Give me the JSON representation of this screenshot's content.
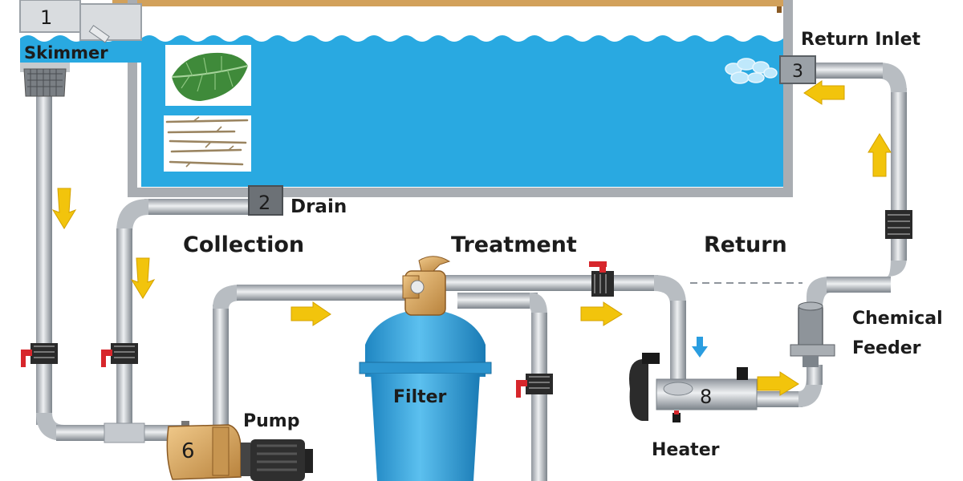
{
  "labels": {
    "skimmer": "Skimmer",
    "drain": "Drain",
    "return_inlet": "Return Inlet",
    "collection": "Collection",
    "treatment": "Treatment",
    "return": "Return",
    "chemical_feeder_line1": "Chemical",
    "chemical_feeder_line2": "Feeder",
    "filter": "Filter",
    "pump": "Pump",
    "heater": "Heater"
  },
  "numbers": {
    "skimmer": "1",
    "drain": "2",
    "return_inlet": "3",
    "pump": "6",
    "heater": "8"
  },
  "colors": {
    "water": "#29a9e1",
    "pipe": "#c9cdd2",
    "arrow": "#f2c40c",
    "valve_handle": "#d7262b",
    "brass": "#d9a860",
    "filter_tank": "#2f9fd8",
    "deck": "#d2a15b"
  }
}
